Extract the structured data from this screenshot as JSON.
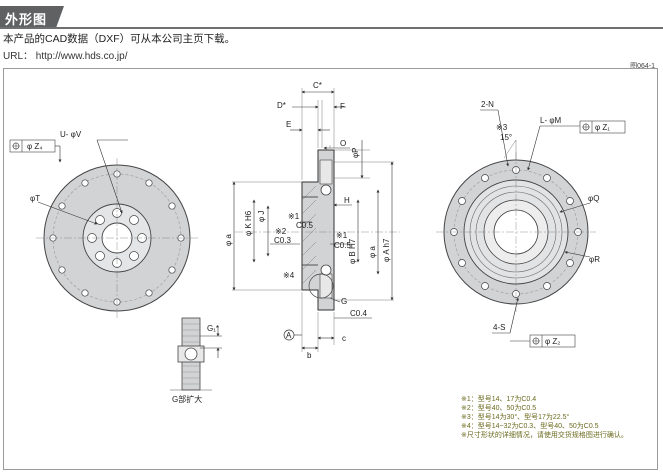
{
  "header": {
    "title": "外形图"
  },
  "intro": {
    "cad_note": "本产品的CAD数据（DXF）可从本公司主页下载。",
    "url_line": "URL： http://www.hds.co.jp/"
  },
  "figure_id": "图064-1",
  "dims": {
    "left_view": {
      "uv": "U- φV",
      "z4": "φ Z₄",
      "t": "φT"
    },
    "section": {
      "c": "C*",
      "d": "D*",
      "f": "F",
      "e": "E",
      "o": "O",
      "p": "φP",
      "h": "H",
      "n1": "※1",
      "c05a": "C0.5",
      "n2": "※2",
      "c03": "C0.3",
      "n1b": "※1",
      "c05b": "C0.5",
      "j": "φ J",
      "k": "φ K H6",
      "a_left": "φ a",
      "b": "φ B H7",
      "a_right": "φ a",
      "ah7": "φ A h7",
      "n4": "※4",
      "g": "G",
      "c04": "C0.4",
      "datum": "A",
      "bdim": "b",
      "cdim": "c"
    },
    "right_view": {
      "n2": "2-N",
      "n3": "※3",
      "deg": "15°",
      "lm": "L- φM",
      "z1": "φ Z₁",
      "q": "φQ",
      "r": "φR",
      "s4": "4-S",
      "z2": "φ Z₂"
    },
    "detail": {
      "g1": "G₁*",
      "caption": "G部扩大"
    }
  },
  "footnotes": [
    "※1：型号14、17为C0.4",
    "※2：型号40、50为C0.5",
    "※3：型号14为30°、型号17为22.5°",
    "※4：型号14~32为C0.3、型号40、50为C0.5",
    "※尺寸形状的详细情况，请使用交货规格图进行确认。"
  ],
  "colors": {
    "header": "#5f6163",
    "part_fill": "#d2d3d5",
    "line": "#333333",
    "footnote": "#6b6a1f"
  }
}
